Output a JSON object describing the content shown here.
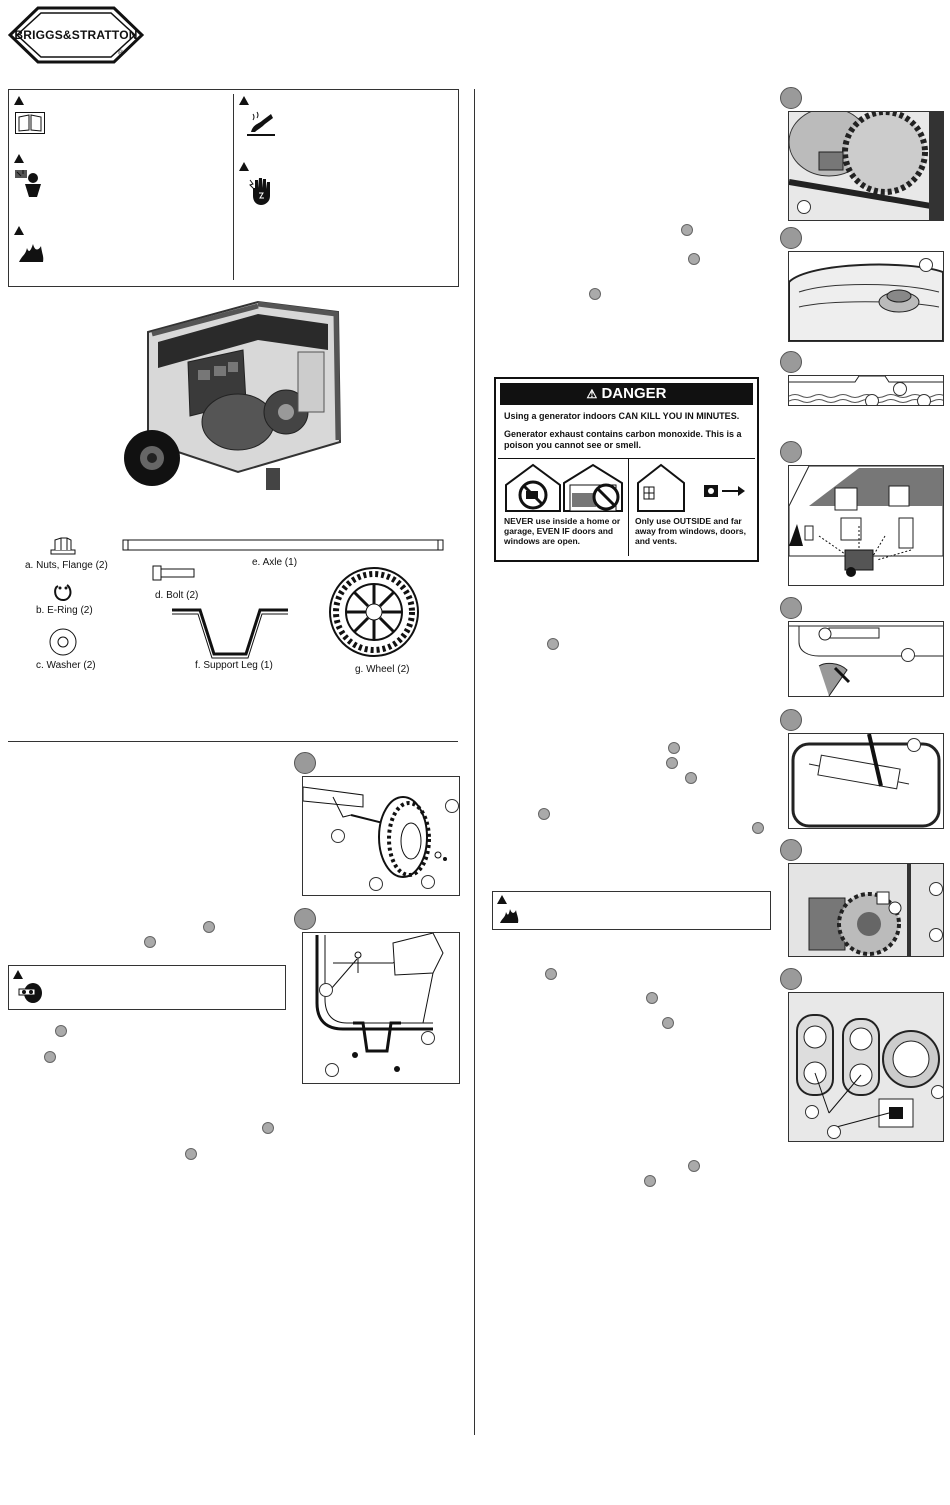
{
  "brand": {
    "name": "BRIGGS&STRATTON",
    "registered": "®"
  },
  "danger_label": {
    "header": "DANGER",
    "line1": "Using a generator indoors CAN KILL YOU IN MINUTES.",
    "line2": "Generator exhaust contains carbon monoxide. This is a poison you cannot see or smell.",
    "never_text": "NEVER use inside a home or garage, EVEN IF doors and windows are open.",
    "only_text": "Only use OUTSIDE and far away from windows, doors, and vents."
  },
  "parts": {
    "a": "a. Nuts, Flange (2)",
    "b": "b. E-Ring (2)",
    "c": "c. Washer (2)",
    "d": "d. Bolt (2)",
    "e": "e. Axle (1)",
    "f": "f. Support Leg (1)",
    "g": "g. Wheel (2)"
  },
  "icons": [
    "warning-icon",
    "manual-icon",
    "explosion-icon",
    "fire-icon",
    "hot-surface-icon",
    "shock-icon",
    "eye-protection-icon"
  ]
}
